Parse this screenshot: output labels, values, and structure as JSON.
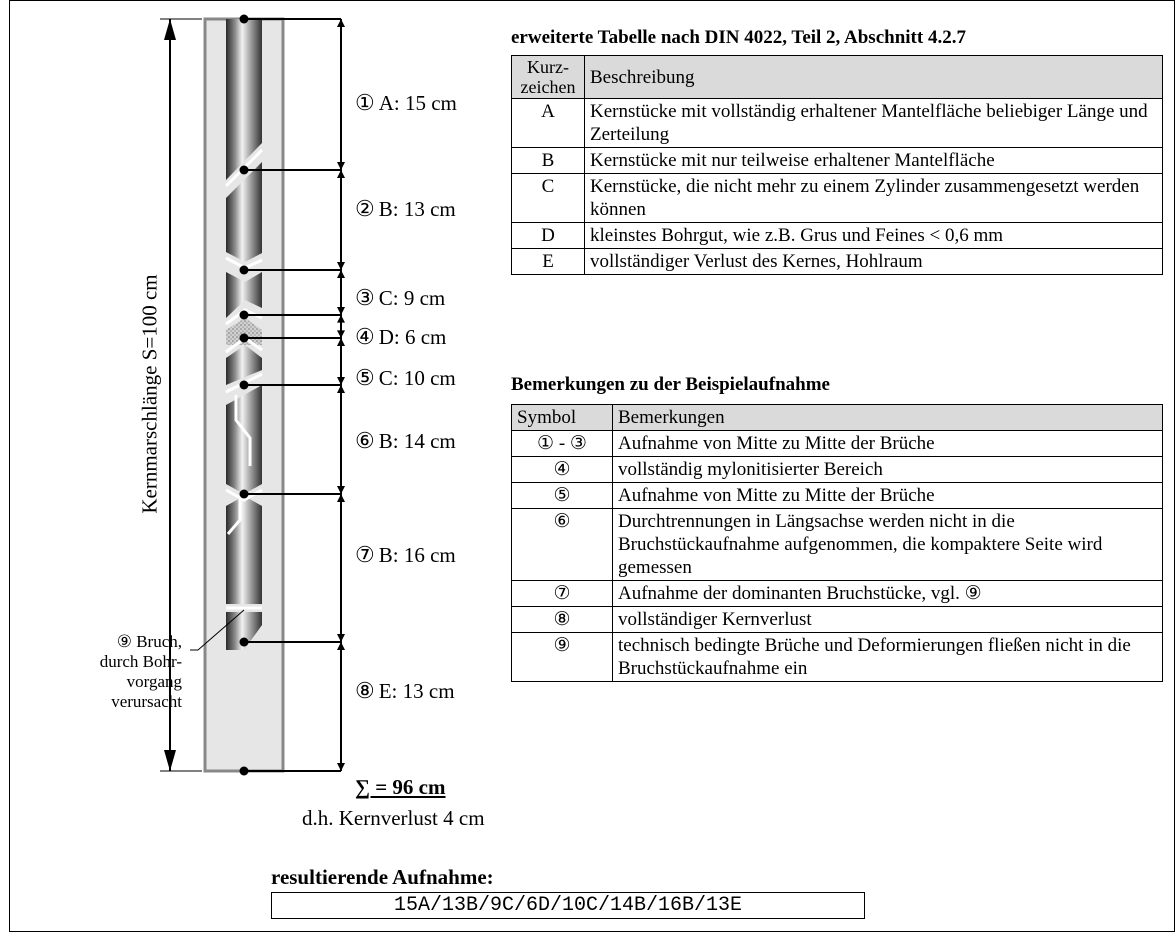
{
  "core": {
    "length_label": "Kernmarschlänge  S=100 cm",
    "sections": [
      {
        "num": "①",
        "text": "A: 15 cm"
      },
      {
        "num": "②",
        "text": "B: 13 cm"
      },
      {
        "num": "③",
        "text": "C: 9 cm"
      },
      {
        "num": "④",
        "text": "D: 6 cm"
      },
      {
        "num": "⑤",
        "text": "C: 10 cm"
      },
      {
        "num": "⑥",
        "text": "B: 14 cm"
      },
      {
        "num": "⑦",
        "text": "B: 16 cm"
      },
      {
        "num": "⑧",
        "text": "E: 13 cm"
      }
    ],
    "bruch_note": {
      "num": "⑨",
      "line1": "Bruch,",
      "line2": "durch Bohr-",
      "line3": "vorgang",
      "line4": "verursacht"
    },
    "sum": "∑ = 96 cm",
    "loss": "d.h. Kernverlust 4 cm"
  },
  "din_table": {
    "title": "erweiterte Tabelle nach DIN 4022, Teil 2, Abschnitt 4.2.7",
    "header_code": "Kurz-zeichen",
    "header_code_line1": "Kurz-",
    "header_code_line2": "zeichen",
    "header_desc": "Beschreibung",
    "rows": [
      {
        "code": "A",
        "desc": "Kernstücke mit vollständig erhaltener Mantelfläche beliebiger Länge und Zerteilung"
      },
      {
        "code": "B",
        "desc": "Kernstücke mit nur teilweise erhaltener Mantelfläche"
      },
      {
        "code": "C",
        "desc": "Kernstücke, die nicht mehr zu einem Zylinder zusammengesetzt werden können"
      },
      {
        "code": "D",
        "desc": "kleinstes Bohrgut, wie z.B. Grus und Feines < 0,6 mm"
      },
      {
        "code": "E",
        "desc": "vollständiger Verlust des Kernes, Hohlraum"
      }
    ]
  },
  "remarks_table": {
    "title": "Bemerkungen zu der Beispielaufnahme",
    "header_symbol": "Symbol",
    "header_remarks": "Bemerkungen",
    "rows": [
      {
        "symbol": "① - ③",
        "text": "Aufnahme von Mitte zu Mitte der Brüche"
      },
      {
        "symbol": "④",
        "text": "vollständig mylonitisierter Bereich"
      },
      {
        "symbol": "⑤",
        "text": "Aufnahme von Mitte zu Mitte der Brüche"
      },
      {
        "symbol": "⑥",
        "text": "Durchtrennungen in Längsachse werden nicht in die Bruchstückaufnahme aufgenommen, die kompaktere Seite wird gemessen"
      },
      {
        "symbol": "⑦",
        "text": "Aufnahme der dominanten Bruchstücke, vgl. ⑨"
      },
      {
        "symbol": "⑧",
        "text": "vollständiger Kernverlust"
      },
      {
        "symbol": "⑨",
        "text": "technisch bedingte Brüche und Deformierungen fließen nicht in die Bruchstückaufnahme ein"
      }
    ]
  },
  "result": {
    "title": "resultierende Aufnahme:",
    "value": "15A/13B/9C/6D/10C/14B/16B/13E"
  }
}
